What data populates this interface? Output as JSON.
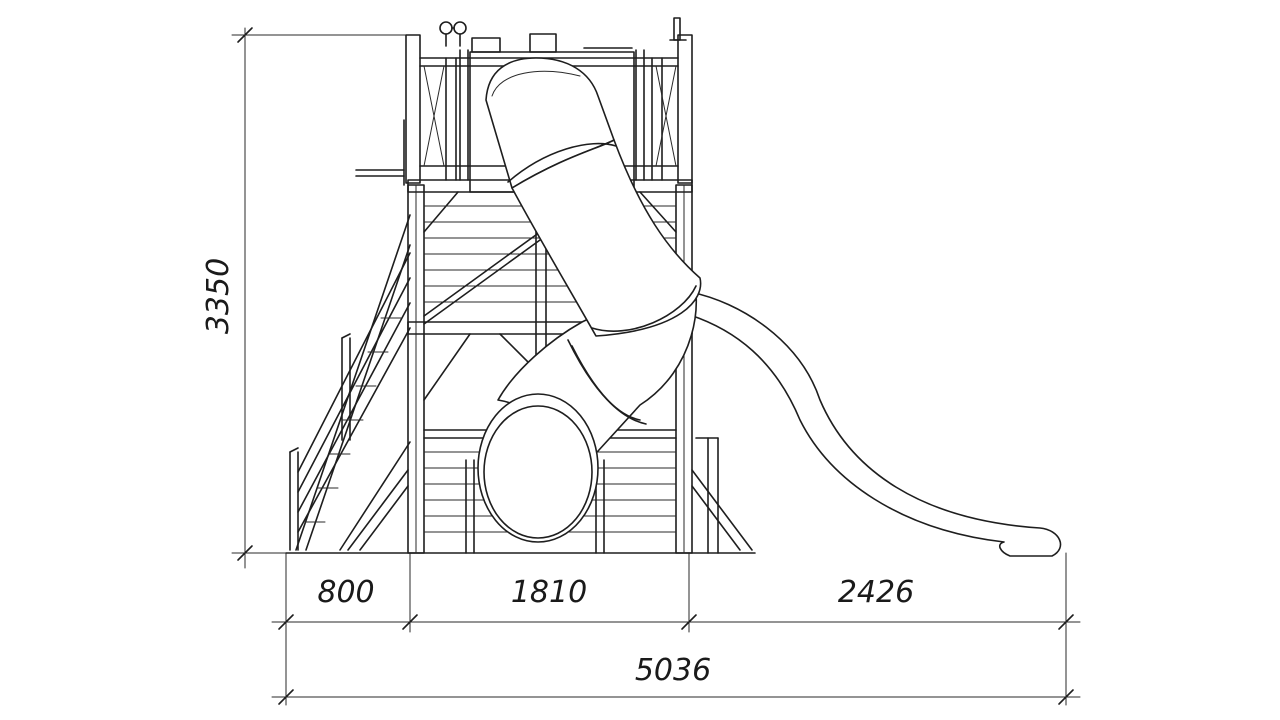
{
  "drawing": {
    "dimensions": {
      "height": "3350",
      "stair_width": "800",
      "tower_width": "1810",
      "slide_length": "2426",
      "total_length": "5036"
    }
  }
}
